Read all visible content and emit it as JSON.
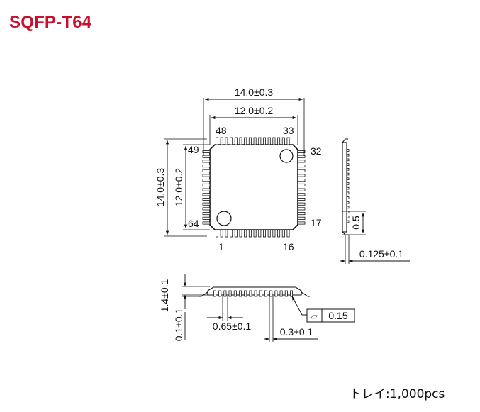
{
  "package": {
    "name": "SQFP-T64",
    "tray_label": "トレイ:1,000pcs"
  },
  "top_view": {
    "body_outer_width": "14.0±0.3",
    "body_inner_width": "12.0±0.2",
    "body_outer_height": "14.0±0.3",
    "body_inner_height": "12.0±0.2",
    "pins": {
      "p1": "1",
      "p16": "16",
      "p17": "17",
      "p32": "32",
      "p33": "33",
      "p48": "48",
      "p49": "49",
      "p64": "64"
    }
  },
  "side_view_right": {
    "lead_length": "0.5",
    "lead_thickness": "0.125±0.1"
  },
  "side_view_bottom": {
    "height": "1.4±0.1",
    "standoff": "0.1±0.1",
    "pitch": "0.65±0.1",
    "lead_width": "0.3±0.1",
    "coplanarity_symbol": "⏥",
    "coplanarity": "0.15"
  },
  "colors": {
    "title": "#c8102e",
    "line": "#111111"
  }
}
